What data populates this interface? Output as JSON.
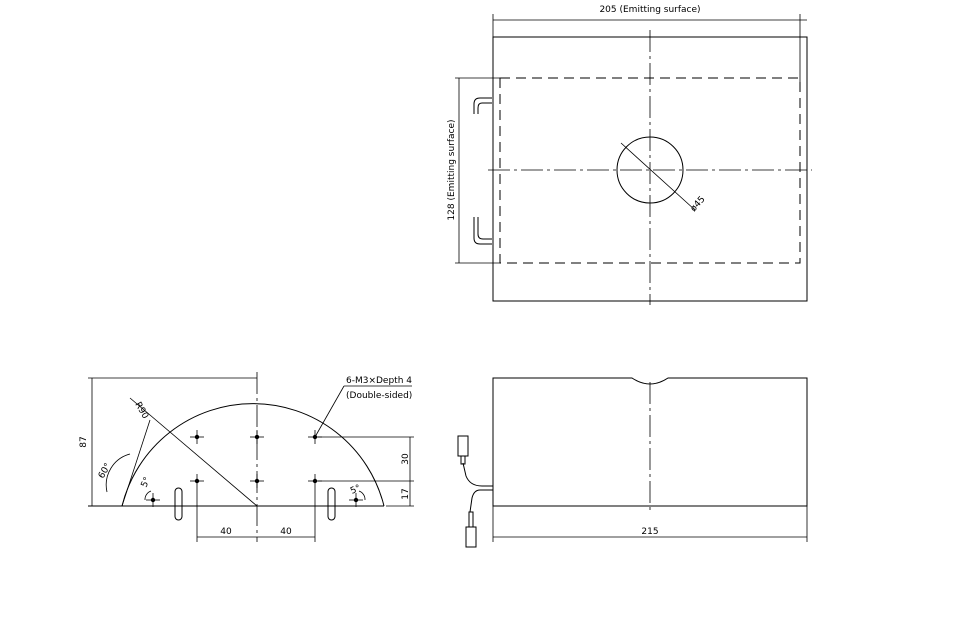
{
  "top_view": {
    "width_label": "205 (Emitting surface)",
    "height_label": "128 (Emitting surface)",
    "hole_label": "ø45"
  },
  "side_view": {
    "holes_label": "6-M3×Depth 4",
    "sided_label": "(Double-sided)",
    "radius_label": "R90",
    "height_label": "87",
    "angle_label": "60°",
    "left_angle_label": "5°",
    "right_angle_label": "5°",
    "dim_30": "30",
    "dim_17": "17",
    "dim_40_left": "40",
    "dim_40_right": "40"
  },
  "front_view": {
    "width_label": "215"
  }
}
